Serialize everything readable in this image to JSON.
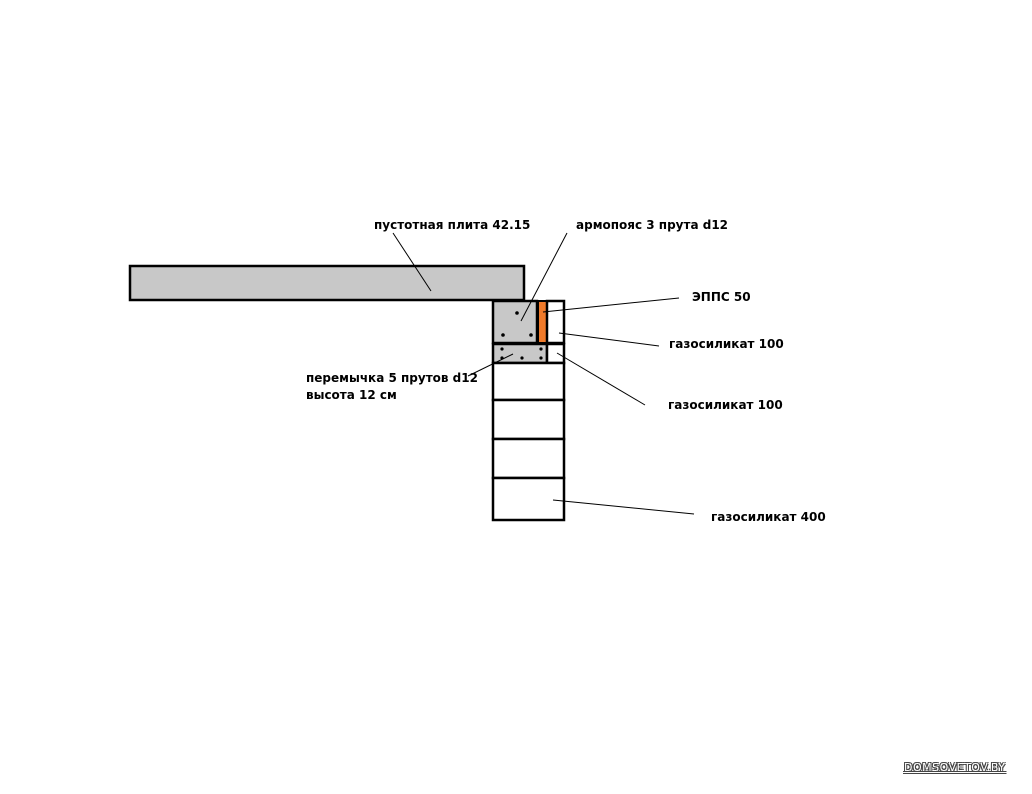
{
  "labels": {
    "slab": "пустотная плита 42.15",
    "belt": "армопояс 3 прута d12",
    "epps": "ЭППС 50",
    "gas100_top": "газосиликат 100",
    "gas100_bottom": "газосиликат 100",
    "lintel_line1": "перемычка 5 прутов d12",
    "lintel_line2": "высота 12 см",
    "gas400": "газосиликат 400"
  },
  "watermark": "DOMSOVETOV.BY",
  "colors": {
    "concrete": "#c8c8c8",
    "insulation": "#f07a2a",
    "block": "#ffffff",
    "outline": "#000000"
  }
}
